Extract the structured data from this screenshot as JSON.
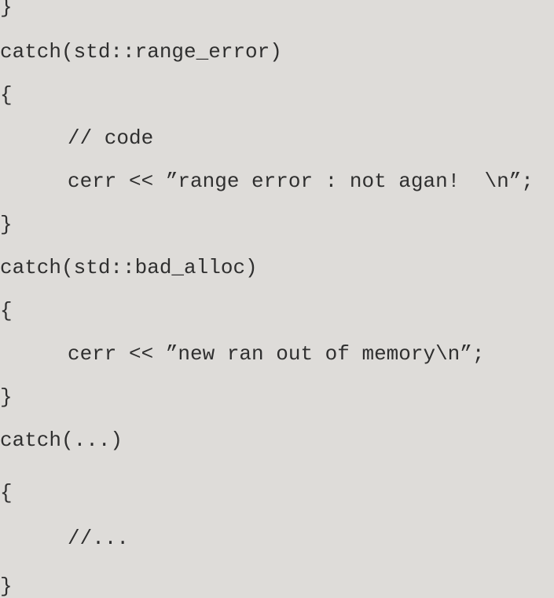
{
  "lines": [
    "}",
    "catch(std::range_error)",
    "{",
    "// code",
    "cerr << ”range error : not agan!  \\n”;",
    "}",
    "catch(std::bad_alloc)",
    "{",
    "cerr << ”new ran out of memory\\n”;",
    "}",
    "catch(...)",
    "{",
    "//...",
    "}"
  ]
}
